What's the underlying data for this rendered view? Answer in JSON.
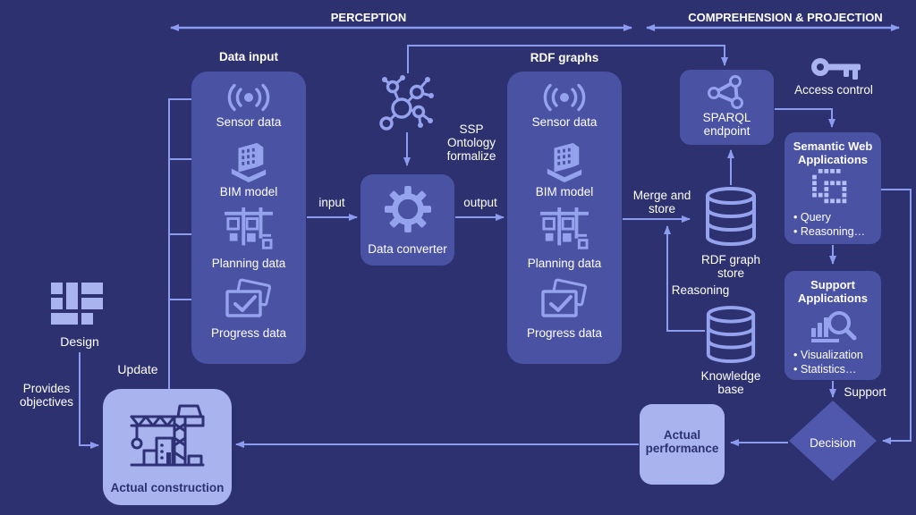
{
  "header": {
    "perception": "PERCEPTION",
    "comprehension": "COMPREHENSION & PROJECTION"
  },
  "data_input": {
    "title": "Data input",
    "items": [
      {
        "label": "Sensor data"
      },
      {
        "label": "BIM model"
      },
      {
        "label": "Planning data"
      },
      {
        "label": "Progress data"
      }
    ]
  },
  "rdf_graphs": {
    "title": "RDF graphs",
    "items": [
      {
        "label": "Sensor data"
      },
      {
        "label": "BIM model"
      },
      {
        "label": "Planning data"
      },
      {
        "label": "Progress data"
      }
    ]
  },
  "converter": {
    "label": "Data converter",
    "input_label": "input",
    "output_label": "output",
    "ontology_label": "SSP Ontology formalize"
  },
  "storage": {
    "merge_label": "Merge and store",
    "rdf_store_label": "RDF graph store",
    "reasoning_label": "Reasoning",
    "knowledge_label": "Knowledge base"
  },
  "sparql": {
    "label": "SPARQL endpoint"
  },
  "access": {
    "label": "Access control"
  },
  "semantic_apps": {
    "title": "Semantic Web Applications",
    "bullets": [
      "• Query",
      "• Reasoning…"
    ]
  },
  "support_apps": {
    "title": "Support Applications",
    "bullets": [
      "• Visualization",
      "• Statistics…"
    ]
  },
  "decision": {
    "label": "Decision",
    "support_label": "Support"
  },
  "performance": {
    "label": "Actual performance"
  },
  "construction": {
    "label": "Actual construction",
    "update_label": "Update"
  },
  "design": {
    "label": "Design",
    "provides_label": "Provides objectives"
  },
  "colors": {
    "background": "#2d3170",
    "box": "#4a52a4",
    "box_light": "#a9b4ef",
    "icon": "#95a3ee",
    "line": "#8b9bf0",
    "text": "#ffffff"
  }
}
